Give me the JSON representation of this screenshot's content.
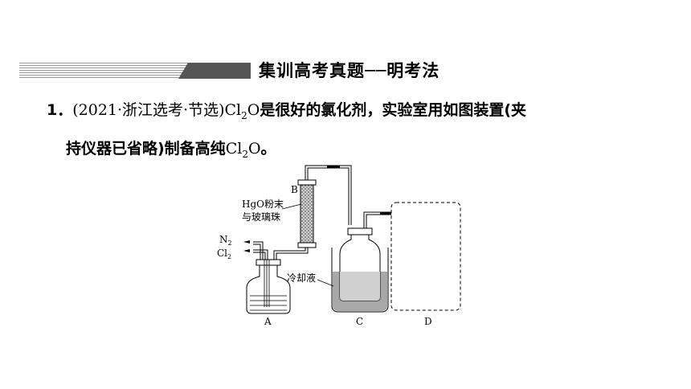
{
  "section": {
    "title": "集训高考真题──明考法"
  },
  "question": {
    "number": "1．",
    "source_open": "(2021·浙江选考·节选)",
    "formula_main": "Cl",
    "formula_sub": "2",
    "formula_end": "O",
    "text_line1_rest": "是很好的氯化剂，实验室用如图装置(夹",
    "text_line2_start": "持仪器已省略)制备高纯",
    "text_line2_end": "。"
  },
  "diagram": {
    "label_b": "B",
    "label_hgo_line1": "HgO粉末",
    "label_hgo_line2": "与玻璃珠",
    "label_n2": "N",
    "label_n2_sub": "2",
    "label_cl2": "Cl",
    "label_cl2_sub": "2",
    "label_coolant": "冷却液",
    "label_a": "A",
    "label_c": "C",
    "label_d": "D"
  }
}
